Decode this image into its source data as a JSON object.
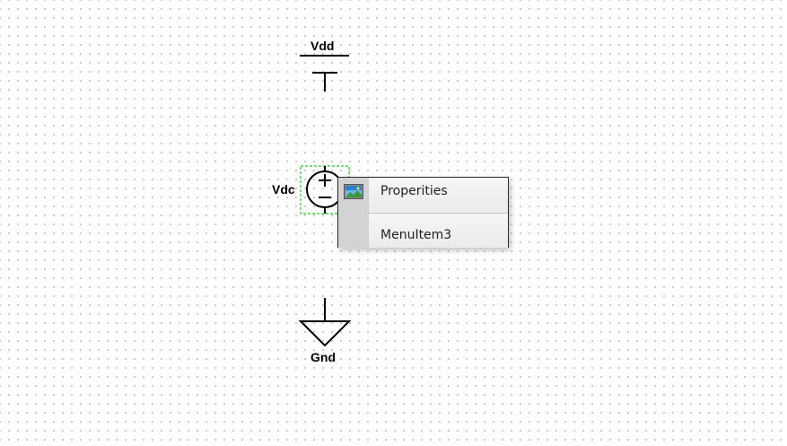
{
  "schematic": {
    "supply_label": "Vdd",
    "source_label": "Vdc",
    "ground_label": "Gnd",
    "selection_color": "#22cc22"
  },
  "context_menu": {
    "items": [
      {
        "label": "Properities",
        "icon": "picture-icon"
      },
      {
        "label": "MenuItem3"
      }
    ]
  }
}
